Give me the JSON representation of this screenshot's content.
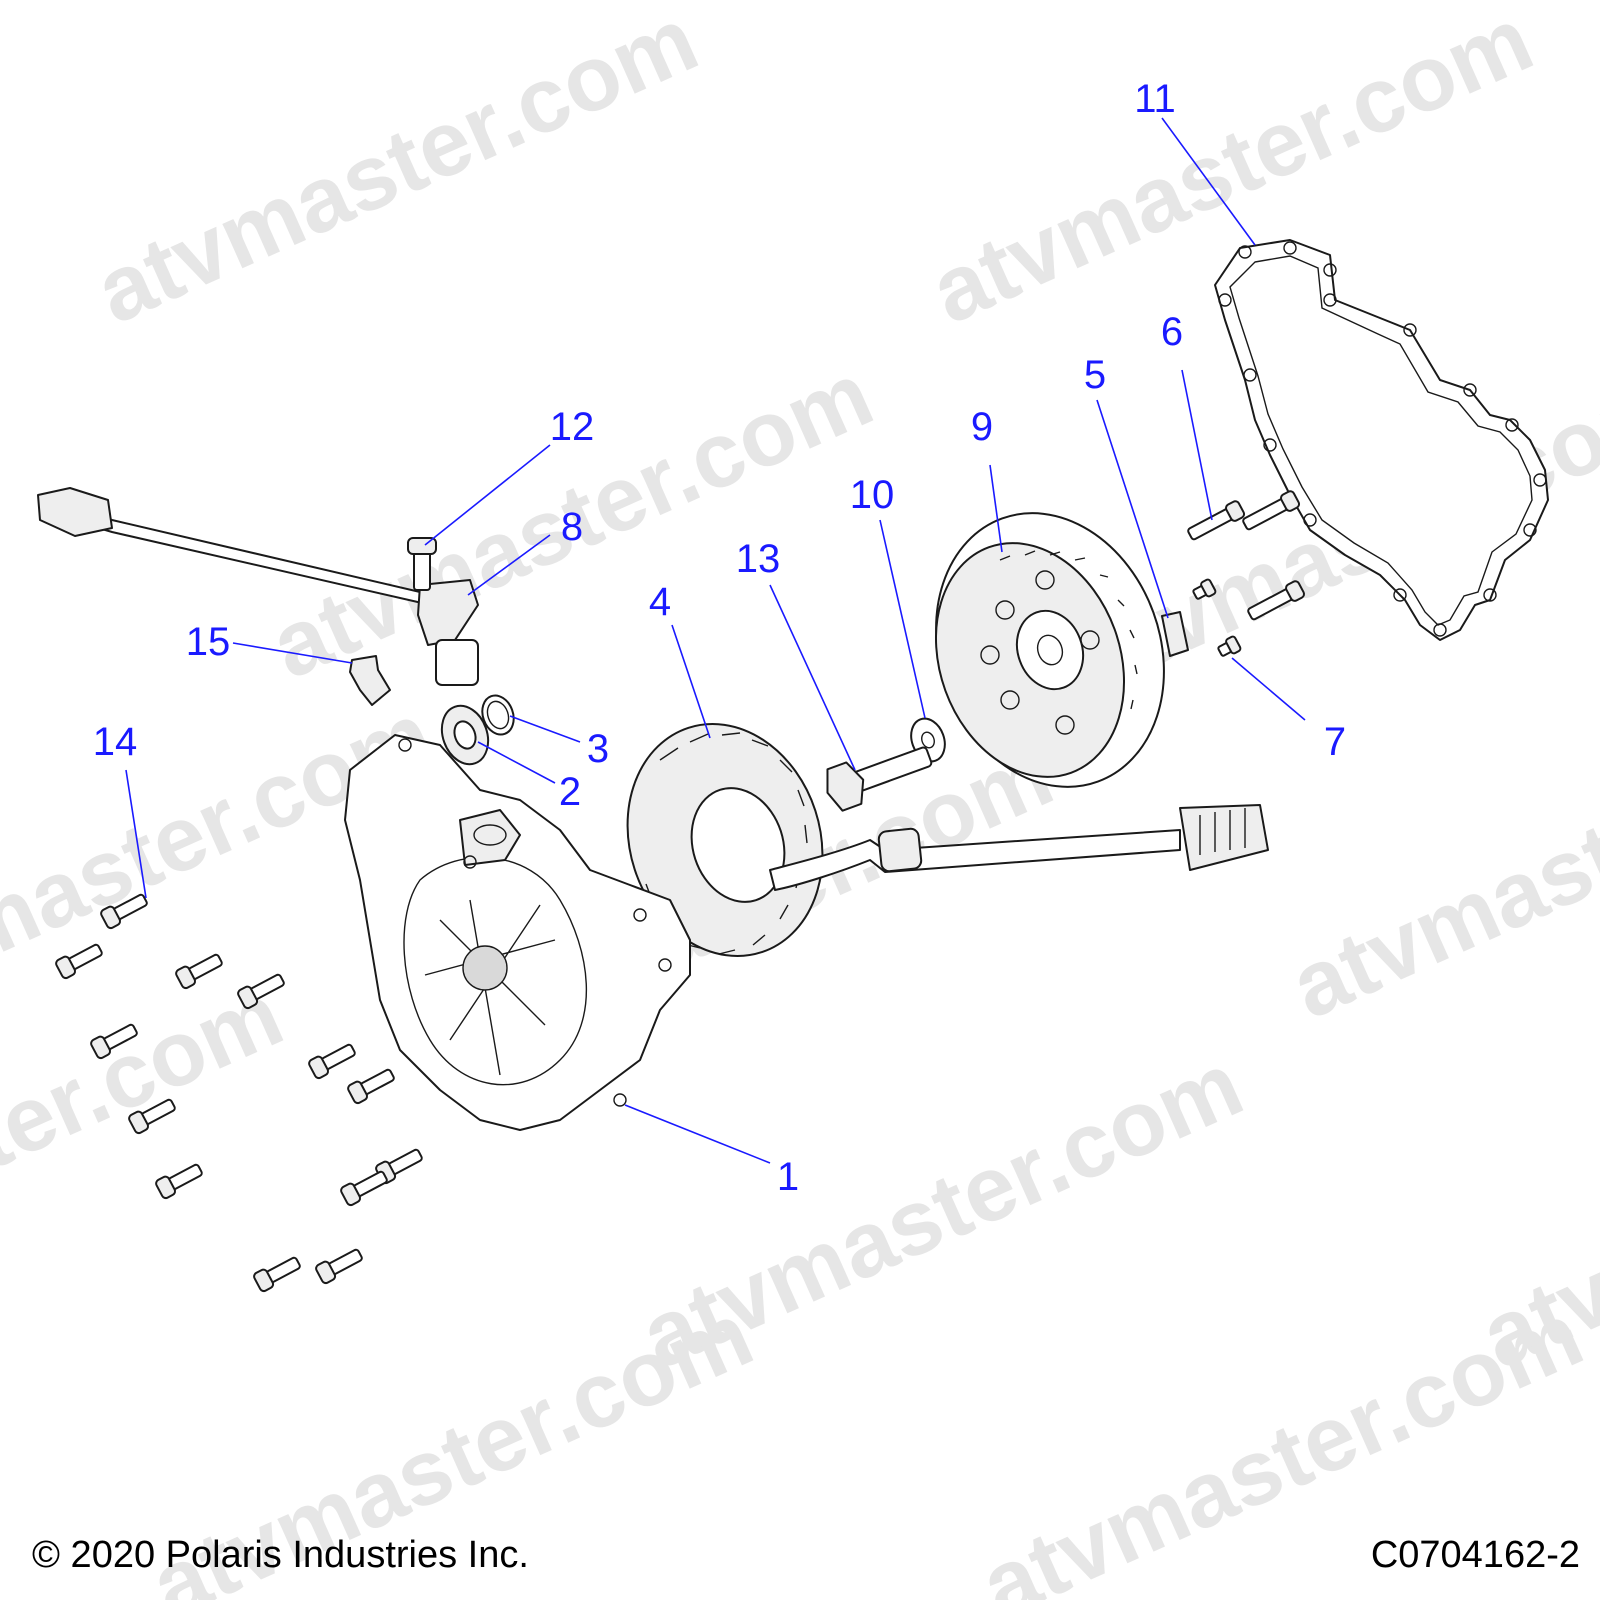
{
  "watermark": {
    "text": "atvmaster.com"
  },
  "footer": {
    "copyright": "© 2020 Polaris Industries Inc.",
    "figure_code": "C0704162-2"
  },
  "callouts": {
    "c1": "1",
    "c2": "2",
    "c3": "3",
    "c4": "4",
    "c5": "5",
    "c6": "6",
    "c7": "7",
    "c8": "8",
    "c9": "9",
    "c10": "10",
    "c11": "11",
    "c12": "12",
    "c13": "13",
    "c14": "14",
    "c15": "15"
  },
  "colors": {
    "callout": "#1a1aff",
    "line": "#1a1a1a",
    "watermark": "#e6e6e6"
  }
}
